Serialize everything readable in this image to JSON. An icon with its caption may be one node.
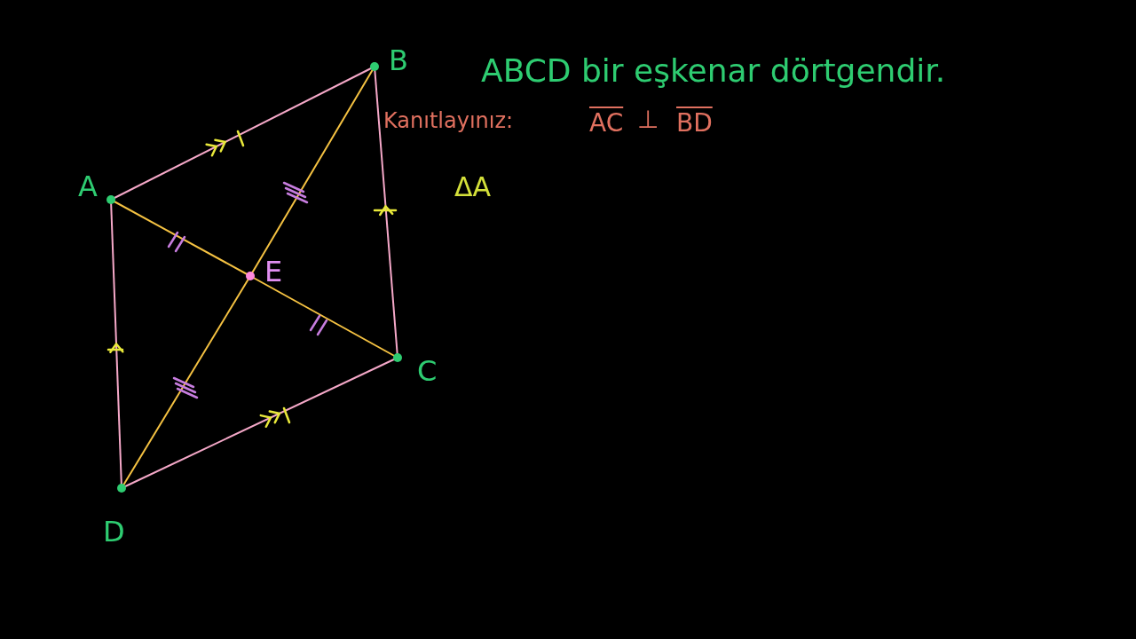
{
  "diagram": {
    "title": "ABCD bir eşkenar dörtgendir.",
    "nodes": [
      {
        "text": [
          "A"
        ]
      },
      {
        "text": [
          "B"
        ]
      },
      {
        "text": [
          "C"
        ]
      },
      {
        "text": [
          "D"
        ]
      },
      {
        "text": [
          "E"
        ]
      }
    ],
    "edges": [
      {
        "from": 0,
        "to": 1,
        "arrow": "to"
      },
      {
        "from": 2,
        "to": 1,
        "arrow": "to"
      },
      {
        "from": 3,
        "to": 2,
        "arrow": "to"
      },
      {
        "from": 3,
        "to": 0,
        "arrow": "to"
      },
      {
        "from": 0,
        "to": 4,
        "arrow": "none",
        "color": "#f5c242"
      },
      {
        "from": 4,
        "to": 2,
        "arrow": "none",
        "color": "#f5c242"
      },
      {
        "from": 1,
        "to": 4,
        "arrow": "none",
        "color": "#f5c242"
      },
      {
        "from": 4,
        "to": 3,
        "arrow": "none",
        "color": "#f5c242"
      }
    ],
    "labels": [
      "Kanıtlayınız:",
      "AC",
      "⊥",
      "BD",
      "ΔA"
    ]
  }
}
